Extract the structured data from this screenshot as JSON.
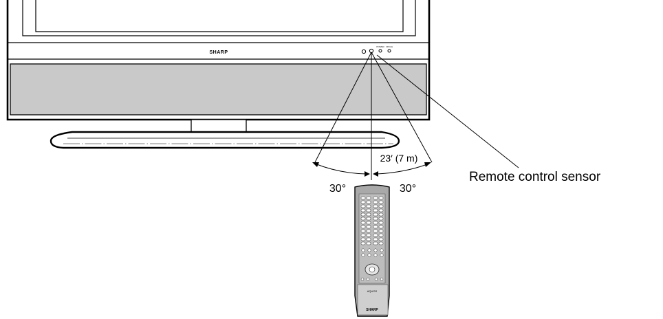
{
  "diagram": {
    "brand": "SHARP",
    "indicators": {
      "power": "POWER",
      "opc": "OPC/Q"
    },
    "angle_left": "30°",
    "angle_right": "30°",
    "distance": "23′ (7 m)",
    "sensor_label": "Remote control sensor",
    "remote": {
      "model": "AQUOS",
      "brand": "SHARP"
    }
  }
}
